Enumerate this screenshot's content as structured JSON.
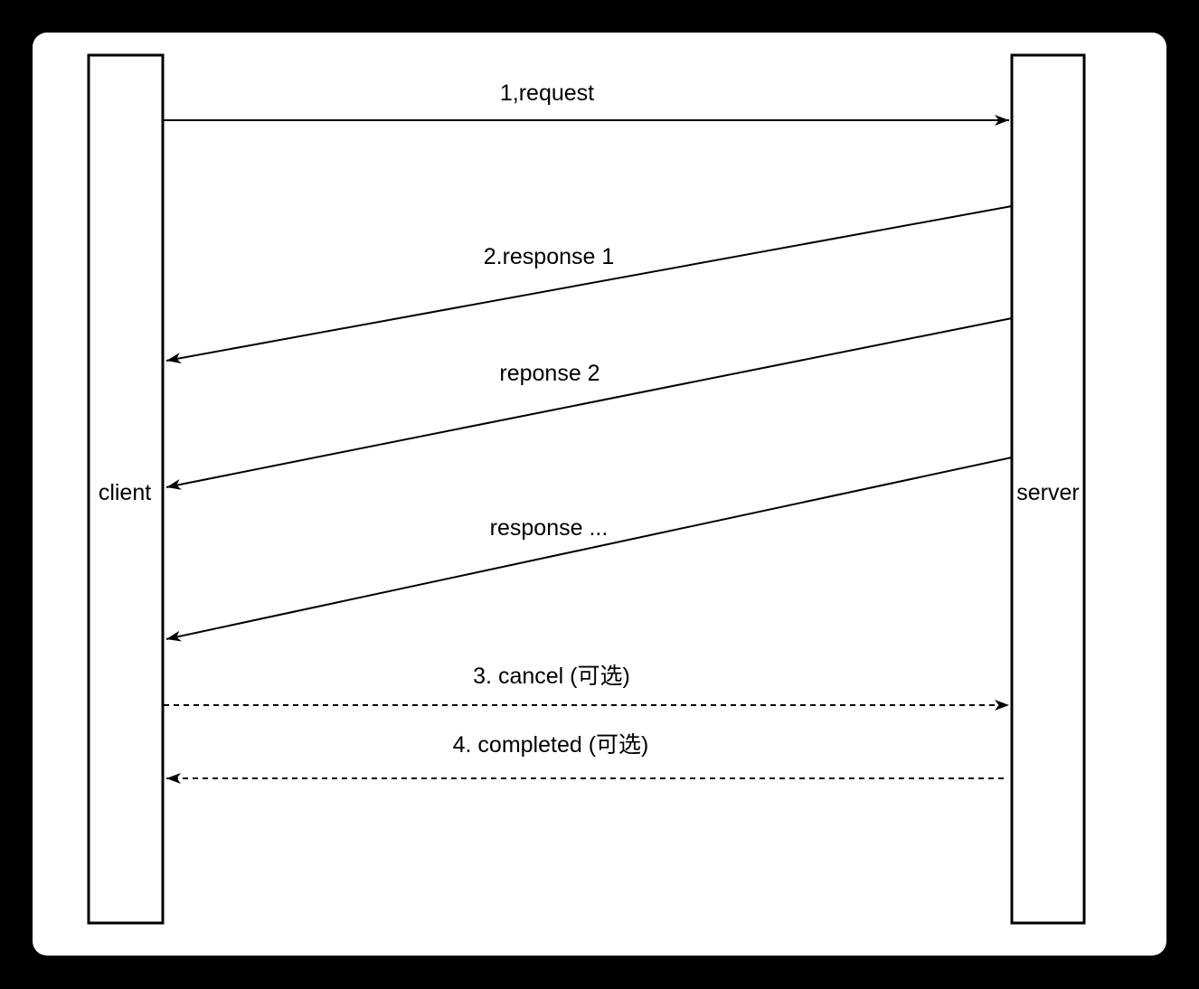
{
  "diagram": {
    "type": "sequence-diagram",
    "actors": {
      "client": {
        "label": "client"
      },
      "server": {
        "label": "server"
      }
    },
    "messages": [
      {
        "label": "1,request",
        "from": "client",
        "to": "server",
        "line": "solid"
      },
      {
        "label": "2.response 1",
        "from": "server",
        "to": "client",
        "line": "solid"
      },
      {
        "label": "reponse 2",
        "from": "server",
        "to": "client",
        "line": "solid"
      },
      {
        "label": "response ...",
        "from": "server",
        "to": "client",
        "line": "solid"
      },
      {
        "label": "3. cancel (可选)",
        "from": "client",
        "to": "server",
        "line": "dashed"
      },
      {
        "label": "4. completed (可选)",
        "from": "server",
        "to": "client",
        "line": "dashed"
      }
    ],
    "colors": {
      "page_background": "#000000",
      "canvas_background": "#ffffff",
      "stroke": "#000000",
      "text": "#000000"
    }
  }
}
